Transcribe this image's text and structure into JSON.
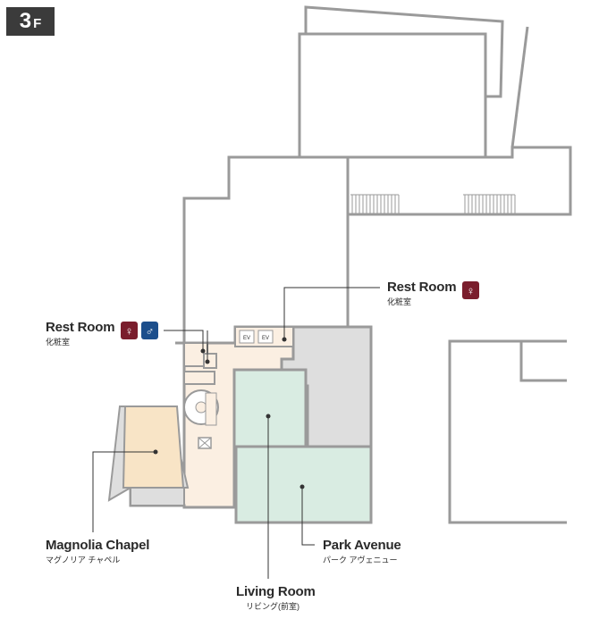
{
  "floor": {
    "number": "3",
    "unit": "F"
  },
  "elevators": [
    "EV",
    "EV"
  ],
  "labels": {
    "restroom_right": {
      "en": "Rest Room",
      "ja": "化粧室"
    },
    "restroom_left": {
      "en": "Rest Room",
      "ja": "化粧室"
    },
    "magnolia_chapel": {
      "en": "Magnolia Chapel",
      "ja": "マグノリア チャペル"
    },
    "park_avenue": {
      "en": "Park Avenue",
      "ja": "パーク アヴェニュー"
    },
    "living_room": {
      "en": "Living Room",
      "ja": "リビング(前室)"
    }
  },
  "icons": {
    "female": "female-restroom-icon",
    "male": "male-restroom-icon"
  },
  "colors": {
    "outline": "#9a9a9a",
    "chapel": "#f8e4c6",
    "corridor": "#fbefe2",
    "green_room": "#d9ece2",
    "gray_block": "#dedede",
    "badge": "#3b3b3b",
    "female": "#7a1d2c",
    "male": "#1d4f8c"
  }
}
